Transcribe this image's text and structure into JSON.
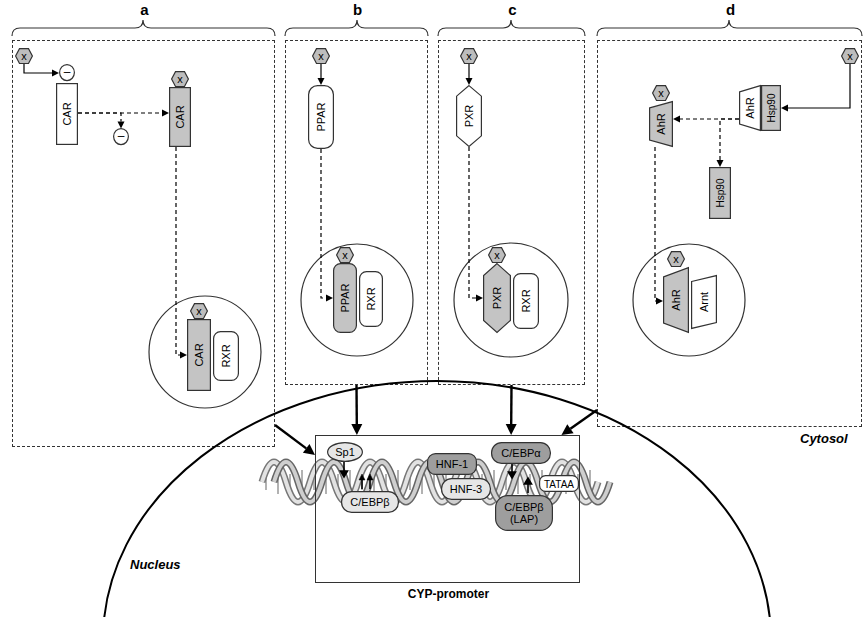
{
  "diagram": {
    "nodes": [
      {
        "text": [
          "a"
        ]
      },
      {
        "text": [
          "x"
        ],
        "in": 0
      },
      {
        "text": [
          "–"
        ],
        "in": 0
      },
      {
        "text": [
          "CAR"
        ],
        "in": 0
      },
      {
        "text": [
          "–"
        ],
        "in": 0
      },
      {
        "text": [
          "x"
        ],
        "in": 0
      },
      {
        "text": [
          "CAR"
        ],
        "in": 0
      },
      {
        "text": [
          "x"
        ],
        "in": 0
      },
      {
        "text": [
          "CAR"
        ],
        "in": 0
      },
      {
        "text": [
          "RXR"
        ],
        "in": 0
      },
      {
        "text": [
          "b"
        ]
      },
      {
        "text": [
          "x"
        ],
        "in": 10
      },
      {
        "text": [
          "PPAR"
        ],
        "in": 10
      },
      {
        "text": [
          "x"
        ],
        "in": 10
      },
      {
        "text": [
          "PPAR"
        ],
        "in": 10
      },
      {
        "text": [
          "RXR"
        ],
        "in": 10
      },
      {
        "text": [
          "c"
        ]
      },
      {
        "text": [
          "x"
        ],
        "in": 16
      },
      {
        "text": [
          "PXR"
        ],
        "in": 16
      },
      {
        "text": [
          "x"
        ],
        "in": 16
      },
      {
        "text": [
          "PXR"
        ],
        "in": 16
      },
      {
        "text": [
          "RXR"
        ],
        "in": 16
      },
      {
        "text": [
          "d"
        ]
      },
      {
        "text": [
          "x"
        ],
        "in": 22
      },
      {
        "text": [
          "AhR"
        ],
        "in": 22
      },
      {
        "text": [
          "Hsp90"
        ],
        "in": 22
      },
      {
        "text": [
          "x"
        ],
        "in": 22
      },
      {
        "text": [
          "AhR"
        ],
        "in": 22
      },
      {
        "text": [
          "Hsp90"
        ],
        "in": 22
      },
      {
        "text": [
          "x"
        ],
        "in": 22
      },
      {
        "text": [
          "AhR"
        ],
        "in": 22
      },
      {
        "text": [
          "Arnt"
        ],
        "in": 22
      },
      {
        "text": [
          "Nucleus"
        ]
      },
      {
        "text": [
          "CYP-promoter"
        ],
        "in": 32
      },
      {
        "text": [
          "Sp1"
        ],
        "in": 33
      },
      {
        "text": [
          "C/EBPβ"
        ],
        "in": 33
      },
      {
        "text": [
          "HNF-1"
        ],
        "in": 33
      },
      {
        "text": [
          "HNF-3"
        ],
        "in": 33
      },
      {
        "text": [
          "C/EBPα"
        ],
        "in": 33
      },
      {
        "text": [
          "C/EBPβ (LAP)"
        ],
        "in": 33
      },
      {
        "text": [
          "TATAA"
        ],
        "in": 33
      }
    ],
    "edges": [
      {
        "from": 1,
        "to": 2,
        "arrow": "to"
      },
      {
        "from": 3,
        "to": 6,
        "arrow": "to"
      },
      {
        "from": 3,
        "to": 4,
        "arrow": "to"
      },
      {
        "from": 6,
        "to": 8,
        "arrow": "to"
      },
      {
        "from": 11,
        "to": 12,
        "arrow": "to"
      },
      {
        "from": 12,
        "to": 14,
        "arrow": "to"
      },
      {
        "from": 17,
        "to": 18,
        "arrow": "to"
      },
      {
        "from": 18,
        "to": 20,
        "arrow": "to"
      },
      {
        "from": 23,
        "to": 25,
        "arrow": "to"
      },
      {
        "from": 24,
        "to": 27,
        "arrow": "to"
      },
      {
        "from": 24,
        "to": 28,
        "arrow": "to"
      },
      {
        "from": 27,
        "to": 30,
        "arrow": "to"
      },
      {
        "from": 0,
        "to": 33,
        "arrow": "to"
      },
      {
        "from": 10,
        "to": 33,
        "arrow": "to"
      },
      {
        "from": 16,
        "to": 33,
        "arrow": "to"
      },
      {
        "from": 22,
        "to": 33,
        "arrow": "to"
      }
    ],
    "labels": [
      "Cytosol"
    ]
  }
}
